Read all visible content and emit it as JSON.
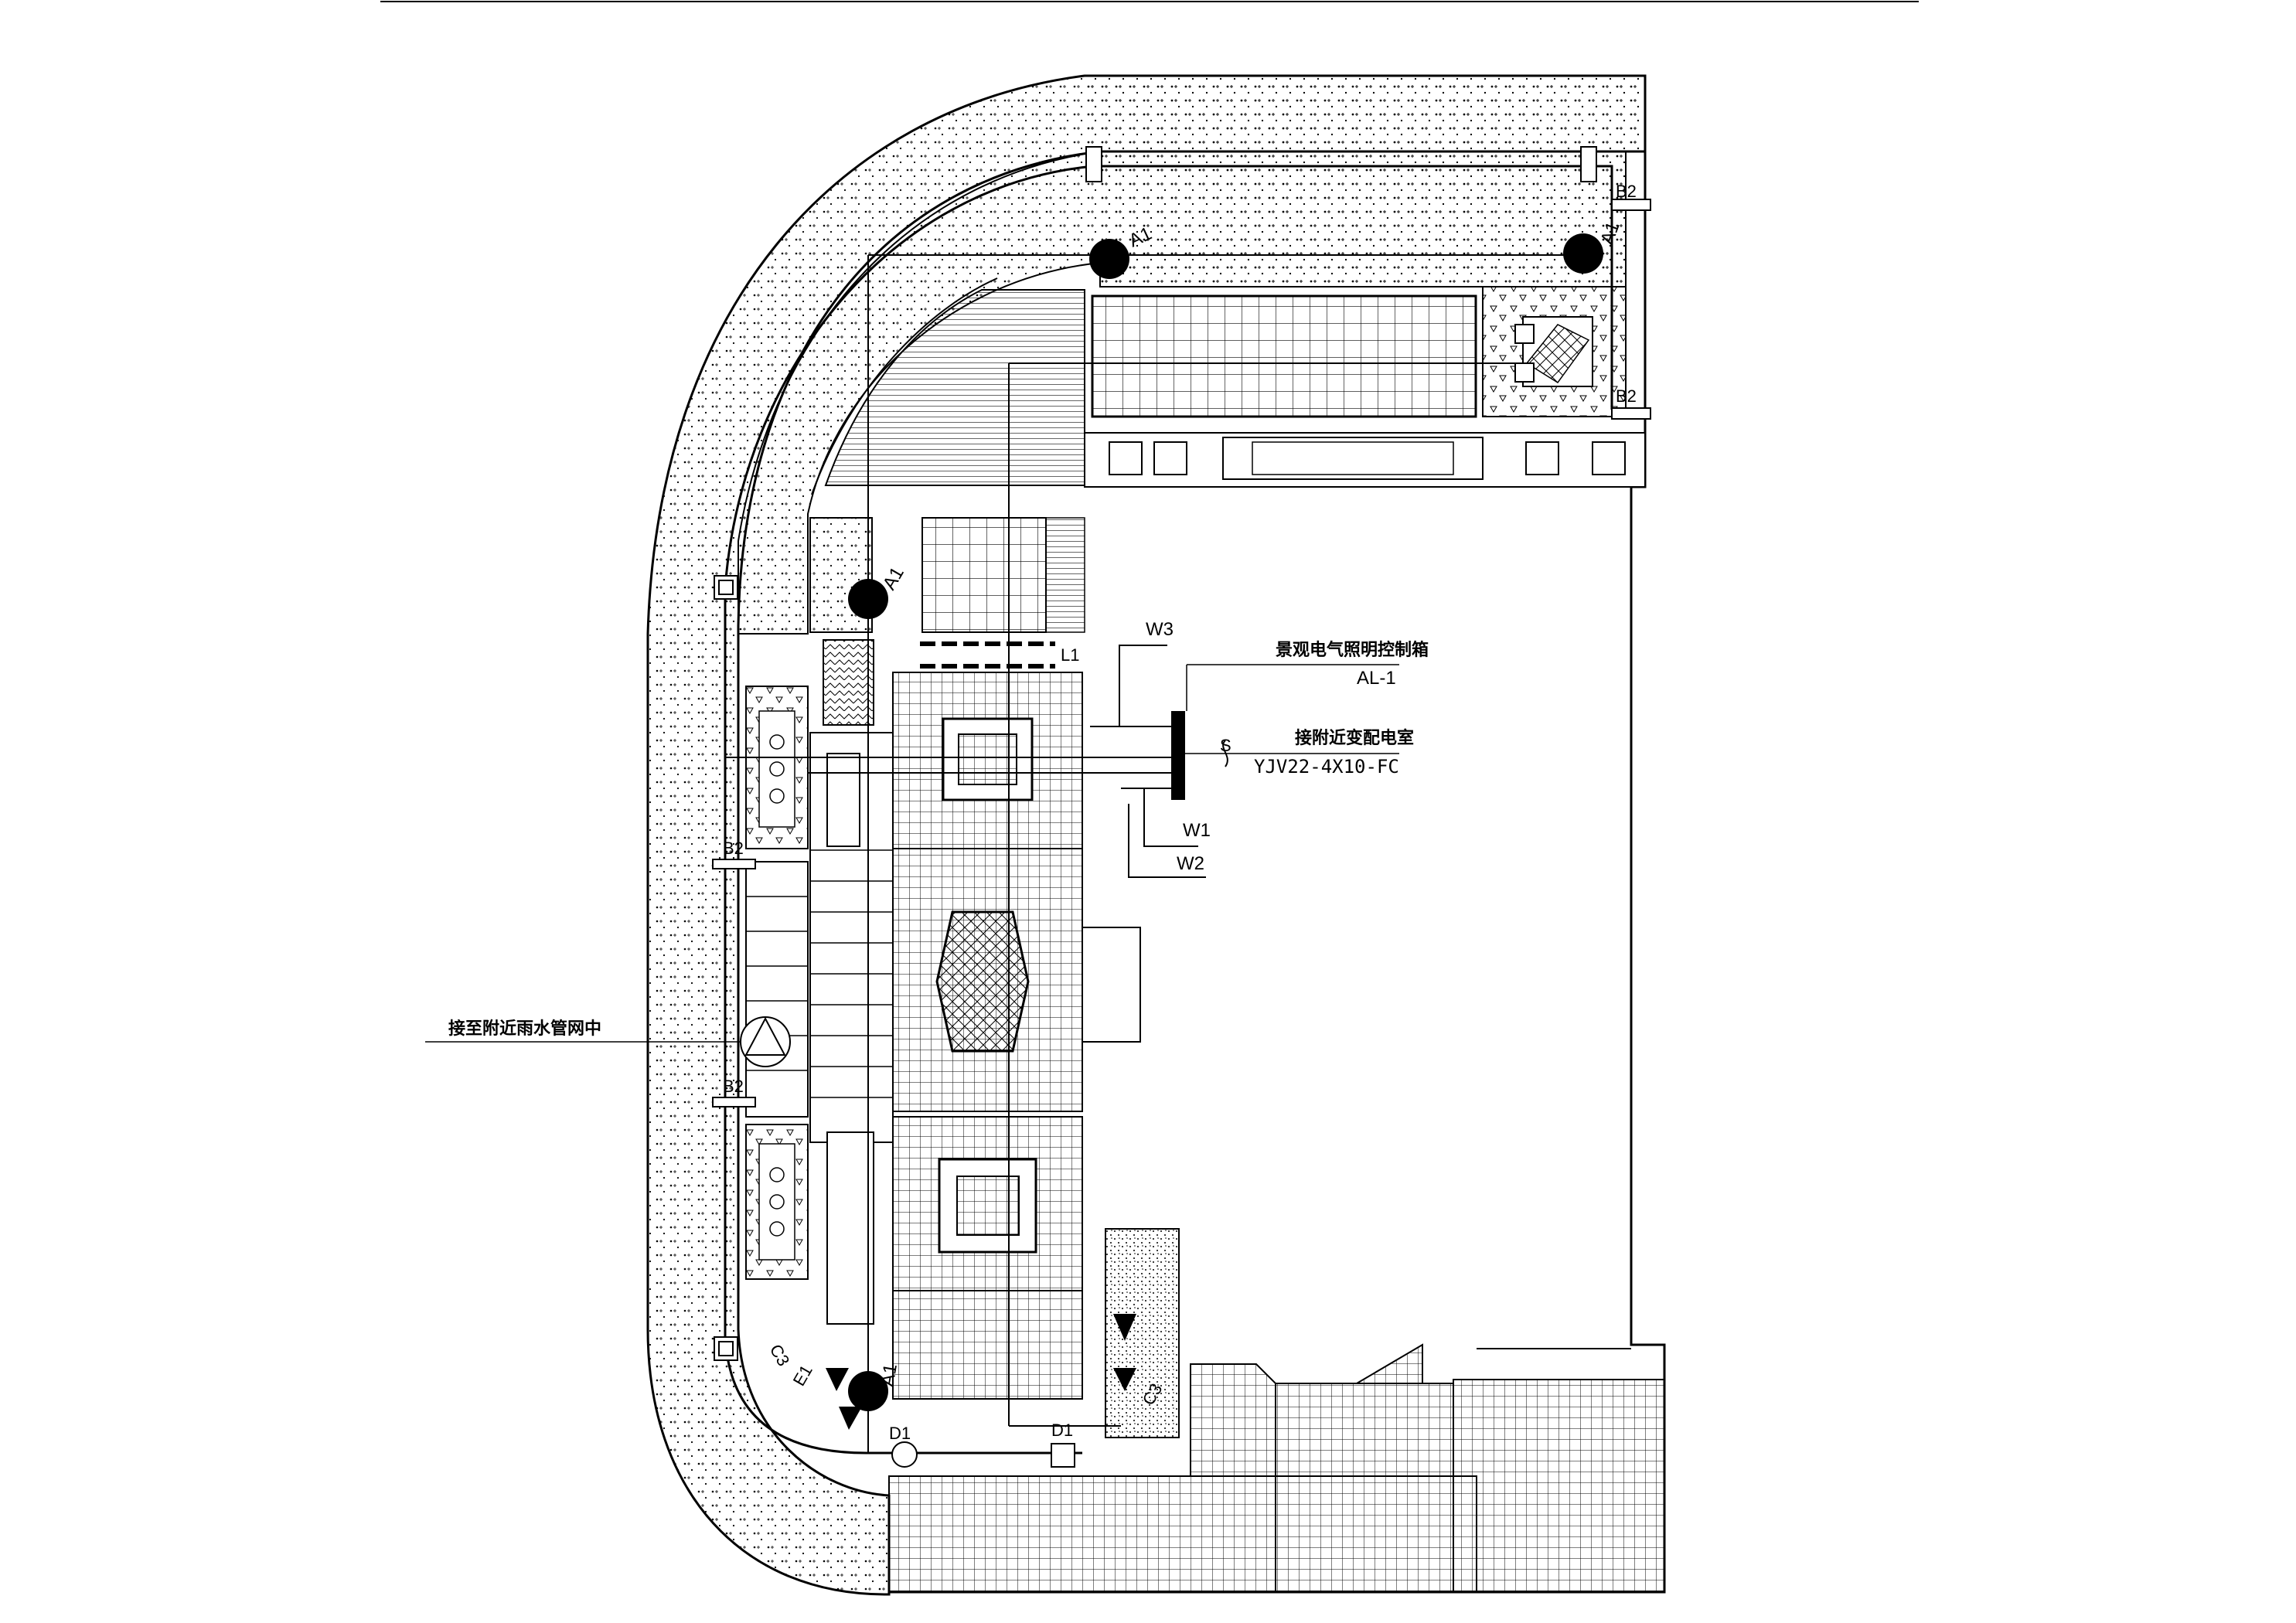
{
  "labels": {
    "control_box_title": "景观电气照明控制箱",
    "control_box_code": "AL-1",
    "supply_title": "接附近变配电室",
    "supply_cable": "YJV22-4X10-FC",
    "drain_note": "接至附近雨水管网中",
    "circuit_w1": "W1",
    "circuit_w2": "W2",
    "circuit_w3": "W3",
    "cable_symbol": "S",
    "light_a1": "A1",
    "light_b2": "B2",
    "light_c3": "C3",
    "light_d1": "D1",
    "light_l1": "L1",
    "light_e1": "E1"
  },
  "colors": {
    "line": "#000000",
    "paper": "#ffffff"
  }
}
